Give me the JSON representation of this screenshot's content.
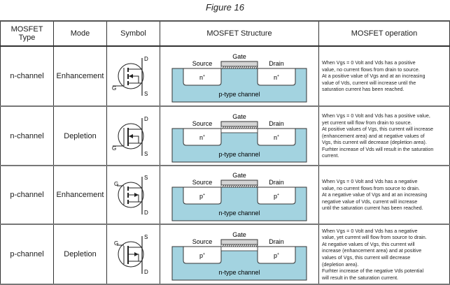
{
  "figure_title": "Figure 16",
  "headers": {
    "type": "MOSFET Type",
    "type_line1": "MOSFET",
    "type_line2": "Type",
    "mode": "Mode",
    "symbol": "Symbol",
    "structure": "MOSFET Structure",
    "operation": "MOSFET operation"
  },
  "colors": {
    "substrate": "#a3d3e0",
    "gate": "#d4d4d4",
    "border": "#333333"
  },
  "rows": [
    {
      "type": "n-channel",
      "mode": "Enhancement",
      "symbol": {
        "gate": "G",
        "top": "D",
        "bottom": "S",
        "arrow": "inward"
      },
      "structure": {
        "source": "Source",
        "gate": "Gate",
        "drain": "Drain",
        "well_left": "n+",
        "well_right": "n+",
        "channel": "p-type channel",
        "built_in_channel": false
      },
      "operation": [
        "When Vgs = 0 Volt and Vds has a positive",
        "value, no current flows from drain to source.",
        "At a positive value of Vgs and at an increasing",
        "value of Vds, current will increase until the",
        "saturation current has been reached."
      ]
    },
    {
      "type": "n-channel",
      "mode": "Depletion",
      "symbol": {
        "gate": "G",
        "top": "D",
        "bottom": "S",
        "arrow": "inward"
      },
      "structure": {
        "source": "Source",
        "gate": "Gate",
        "drain": "Drain",
        "well_left": "n+",
        "well_right": "n+",
        "channel": "p-type channel",
        "built_in_channel": true
      },
      "operation": [
        "When Vgs = 0 Volt and Vds has a positive value,",
        "yet current will flow from drain to source.",
        "At positive values of Vgs, this current will increase",
        "(enhancement area) and at negative values of",
        "Vgs, this current will decrease (depletion area).",
        "Furhter increase of Vds will result in the saturation",
        "current."
      ]
    },
    {
      "type": "p-channel",
      "mode": "Enhancement",
      "symbol": {
        "gate": "G",
        "top": "S",
        "bottom": "D",
        "arrow": "outward"
      },
      "structure": {
        "source": "Source",
        "gate": "Gate",
        "drain": "Drain",
        "well_left": "p+",
        "well_right": "p+",
        "channel": "n-type channel",
        "built_in_channel": false
      },
      "operation": [
        "When Vgs = 0 Volt and Vds has a negative",
        "value, no current flows from source to drain.",
        "At a negative value of Vgs and at an increasing",
        "negative value of Vds, current will increase",
        "until the saturation current has been reached."
      ]
    },
    {
      "type": "p-channel",
      "mode": "Depletion",
      "symbol": {
        "gate": "G",
        "top": "S",
        "bottom": "D",
        "arrow": "outward"
      },
      "structure": {
        "source": "Source",
        "gate": "Gate",
        "drain": "Drain",
        "well_left": "p+",
        "well_right": "p+",
        "channel": "n-type channel",
        "built_in_channel": true
      },
      "operation": [
        "When Vgs = 0 Volt and Vds has a negative",
        "value, yet current will flow from source to drain.",
        "At negative values of Vgs, this current will",
        "increase (enhancement area) and at positive",
        "values of Vgs, this current will decrease",
        "(depletion area).",
        "Furhter increase of the negative Vds potential",
        "will result in the saturation current."
      ]
    }
  ]
}
